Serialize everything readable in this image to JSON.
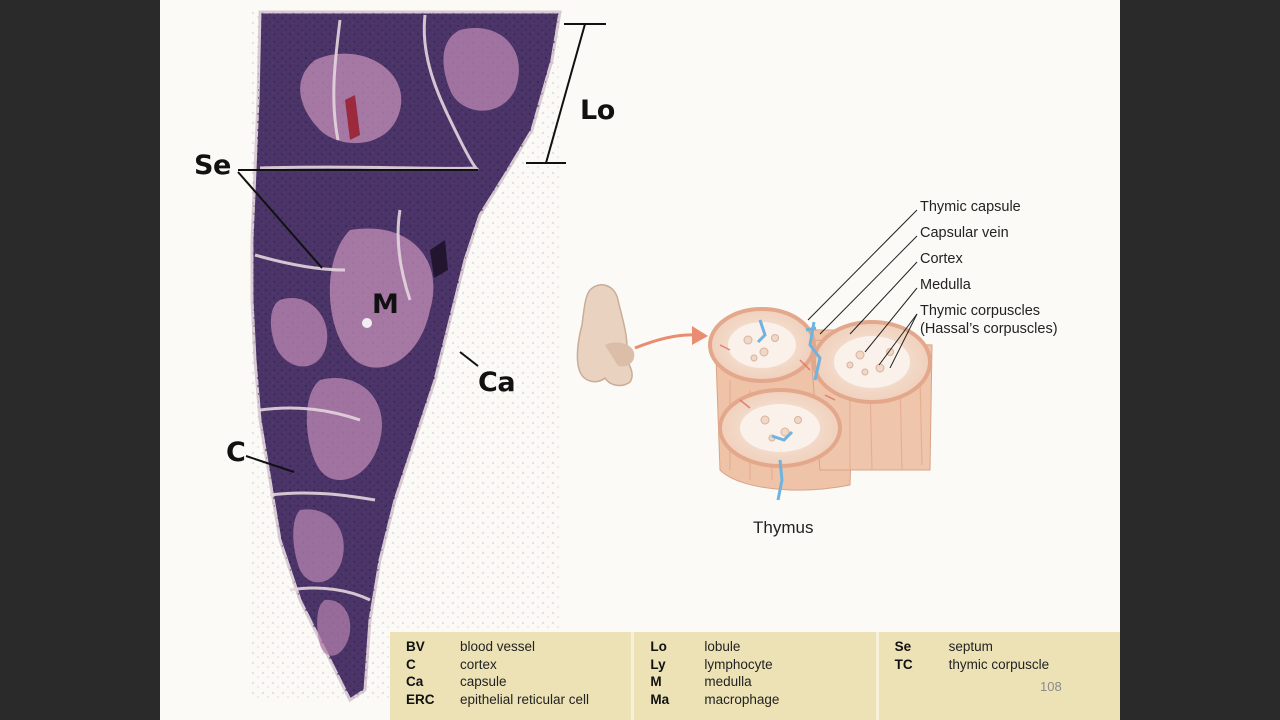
{
  "micrograph_labels": {
    "lo": "Lo",
    "se": "Se",
    "m": "M",
    "ca": "Ca",
    "c": "C"
  },
  "diagram_labels": {
    "thymic_capsule": "Thymic capsule",
    "capsular_vein": "Capsular vein",
    "cortex": "Cortex",
    "medulla": "Medulla",
    "thymic_corpuscles": "Thymic corpuscles",
    "hassals_corpuscles": "(Hassal’s corpuscles)",
    "caption": "Thymus"
  },
  "legend": {
    "columns": [
      [
        {
          "abbr": "BV",
          "def": "blood vessel"
        },
        {
          "abbr": "C",
          "def": "cortex"
        },
        {
          "abbr": "Ca",
          "def": "capsule"
        },
        {
          "abbr": "ERC",
          "def": "epithelial reticular cell"
        }
      ],
      [
        {
          "abbr": "Lo",
          "def": "lobule"
        },
        {
          "abbr": "Ly",
          "def": "lymphocyte"
        },
        {
          "abbr": "M",
          "def": "medulla"
        },
        {
          "abbr": "Ma",
          "def": "macrophage"
        }
      ],
      [
        {
          "abbr": "Se",
          "def": "septum"
        },
        {
          "abbr": "TC",
          "def": "thymic corpuscle"
        }
      ]
    ]
  },
  "page_number": "108",
  "colors": {
    "cortex_stain": "#4b3468",
    "medulla_stain": "#b07fab",
    "capsule_vein": "#6fb3de",
    "lobule_fill": "#f3e3d7",
    "legend_bg": "#ede2b6"
  }
}
